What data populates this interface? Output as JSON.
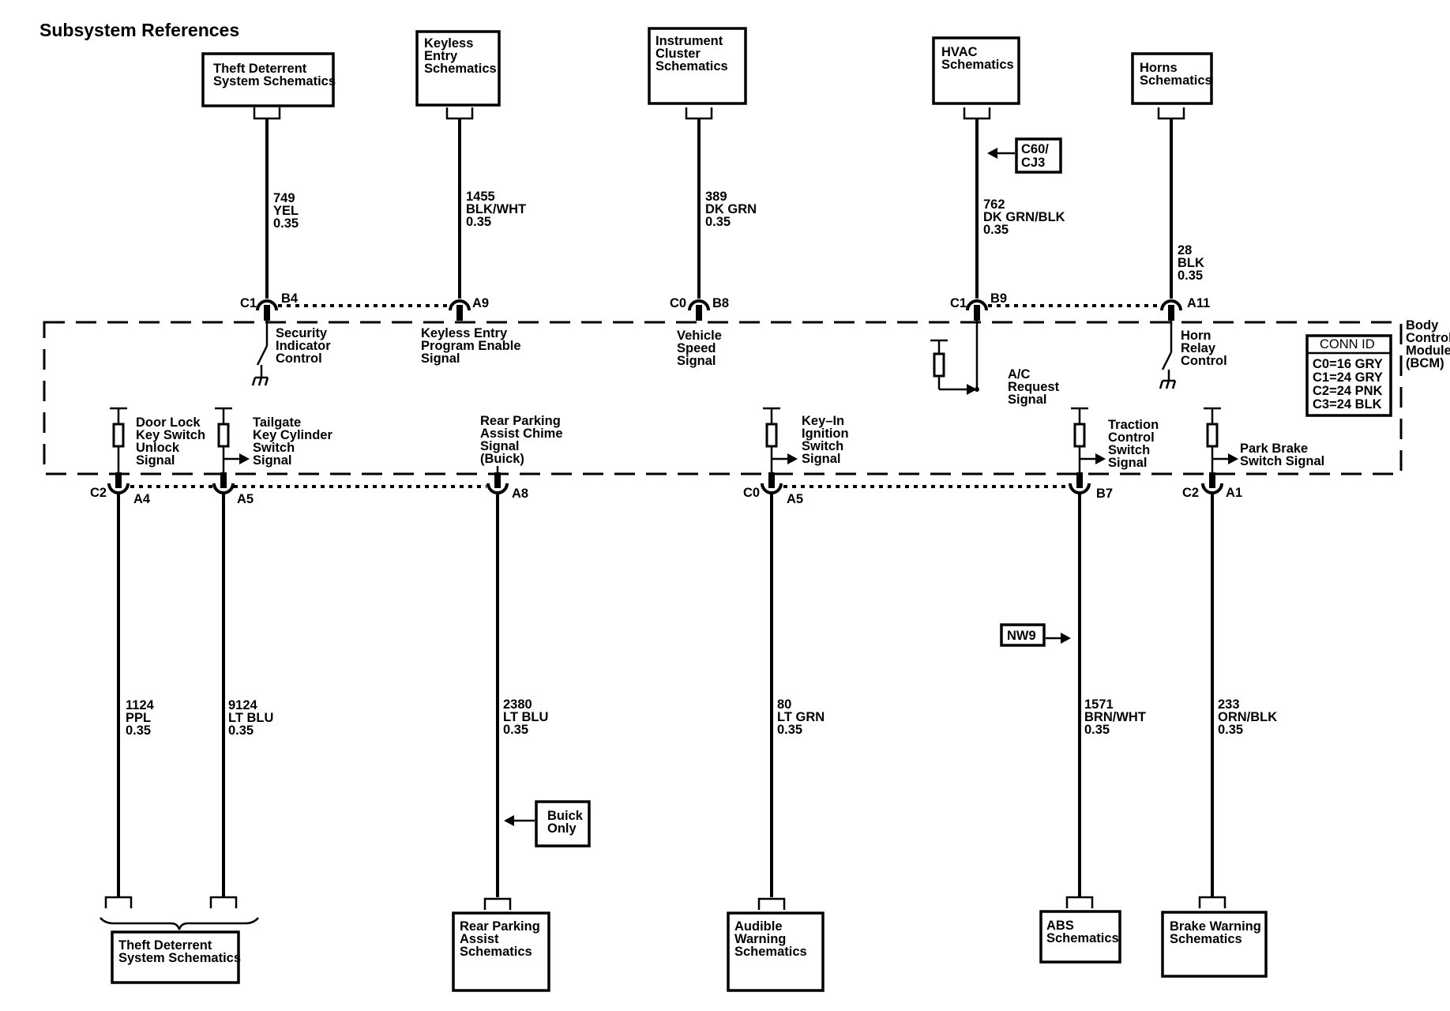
{
  "title": "Subsystem References",
  "top_boxes": [
    {
      "lines": [
        "Theft Deterrent",
        "System Schematics"
      ]
    },
    {
      "lines": [
        "Keyless",
        "Entry",
        "Schematics"
      ]
    },
    {
      "lines": [
        "Instrument",
        "Cluster",
        "Schematics"
      ]
    },
    {
      "lines": [
        "HVAC",
        "Schematics"
      ]
    },
    {
      "lines": [
        "Horns",
        "Schematics"
      ]
    }
  ],
  "top_wires": [
    {
      "circuit": "749",
      "color": "YEL",
      "gauge": "0.35"
    },
    {
      "circuit": "1455",
      "color": "BLK/WHT",
      "gauge": "0.35"
    },
    {
      "circuit": "389",
      "color": "DK GRN",
      "gauge": "0.35"
    },
    {
      "circuit": "762",
      "color": "DK GRN/BLK",
      "gauge": "0.35"
    },
    {
      "circuit": "28",
      "color": "BLK",
      "gauge": "0.35"
    }
  ],
  "top_pins": [
    {
      "connector": "C1",
      "pin": "B4"
    },
    {
      "connector": "",
      "pin": "A9"
    },
    {
      "connector": "C0",
      "pin": "B8"
    },
    {
      "connector": "C1",
      "pin": "B9"
    },
    {
      "connector": "",
      "pin": "A11"
    }
  ],
  "top_signals": [
    [
      "Security",
      "Indicator",
      "Control"
    ],
    [
      "Keyless Entry",
      "Program Enable",
      "Signal"
    ],
    [
      "Vehicle",
      "Speed",
      "Signal"
    ],
    [
      "A/C",
      "Request",
      "Signal"
    ],
    [
      "Horn",
      "Relay",
      "Control"
    ]
  ],
  "c60_ref": [
    "C60/",
    "CJ3"
  ],
  "module_label": [
    "Body",
    "Control",
    "Module",
    "(BCM)"
  ],
  "conn_id": {
    "header": "CONN ID",
    "rows": [
      "C0=16 GRY",
      "C1=24 GRY",
      "C2=24 PNK",
      "C3=24 BLK"
    ]
  },
  "bottom_signals": [
    [
      "Door Lock",
      "Key Switch",
      "Unlock",
      "Signal"
    ],
    [
      "Tailgate",
      "Key Cylinder",
      "Switch",
      "Signal"
    ],
    [
      "Rear Parking",
      "Assist  Chime",
      "Signal",
      "(Buick)"
    ],
    [
      "Key–In",
      "Ignition",
      "Switch",
      "Signal"
    ],
    [
      "Traction",
      "Control",
      "Switch",
      "Signal"
    ],
    [
      "Park Brake",
      "Switch Signal"
    ]
  ],
  "bottom_pins": [
    {
      "connector": "C2",
      "pin": "A4"
    },
    {
      "connector": "",
      "pin": "A5"
    },
    {
      "connector": "",
      "pin": "A8"
    },
    {
      "connector": "C0",
      "pin": "A5"
    },
    {
      "connector": "",
      "pin": "B7"
    },
    {
      "connector": "C2",
      "pin": "A1"
    }
  ],
  "bottom_wires": [
    {
      "circuit": "1124",
      "color": "PPL",
      "gauge": "0.35"
    },
    {
      "circuit": "9124",
      "color": "LT BLU",
      "gauge": "0.35"
    },
    {
      "circuit": "2380",
      "color": "LT BLU",
      "gauge": "0.35"
    },
    {
      "circuit": "80",
      "color": "LT GRN",
      "gauge": "0.35"
    },
    {
      "circuit": "1571",
      "color": "BRN/WHT",
      "gauge": "0.35"
    },
    {
      "circuit": "233",
      "color": "ORN/BLK",
      "gauge": "0.35"
    }
  ],
  "nw9_ref": "NW9",
  "buick_only": [
    "Buick",
    "Only"
  ],
  "bottom_boxes": [
    {
      "lines": [
        "Theft Deterrent",
        "System Schematics"
      ]
    },
    {
      "lines": [
        "Rear Parking",
        "Assist",
        "Schematics"
      ]
    },
    {
      "lines": [
        "Audible",
        "Warning",
        "Schematics"
      ]
    },
    {
      "lines": [
        "ABS",
        "Schematics"
      ]
    },
    {
      "lines": [
        "Brake Warning",
        "Schematics"
      ]
    }
  ]
}
